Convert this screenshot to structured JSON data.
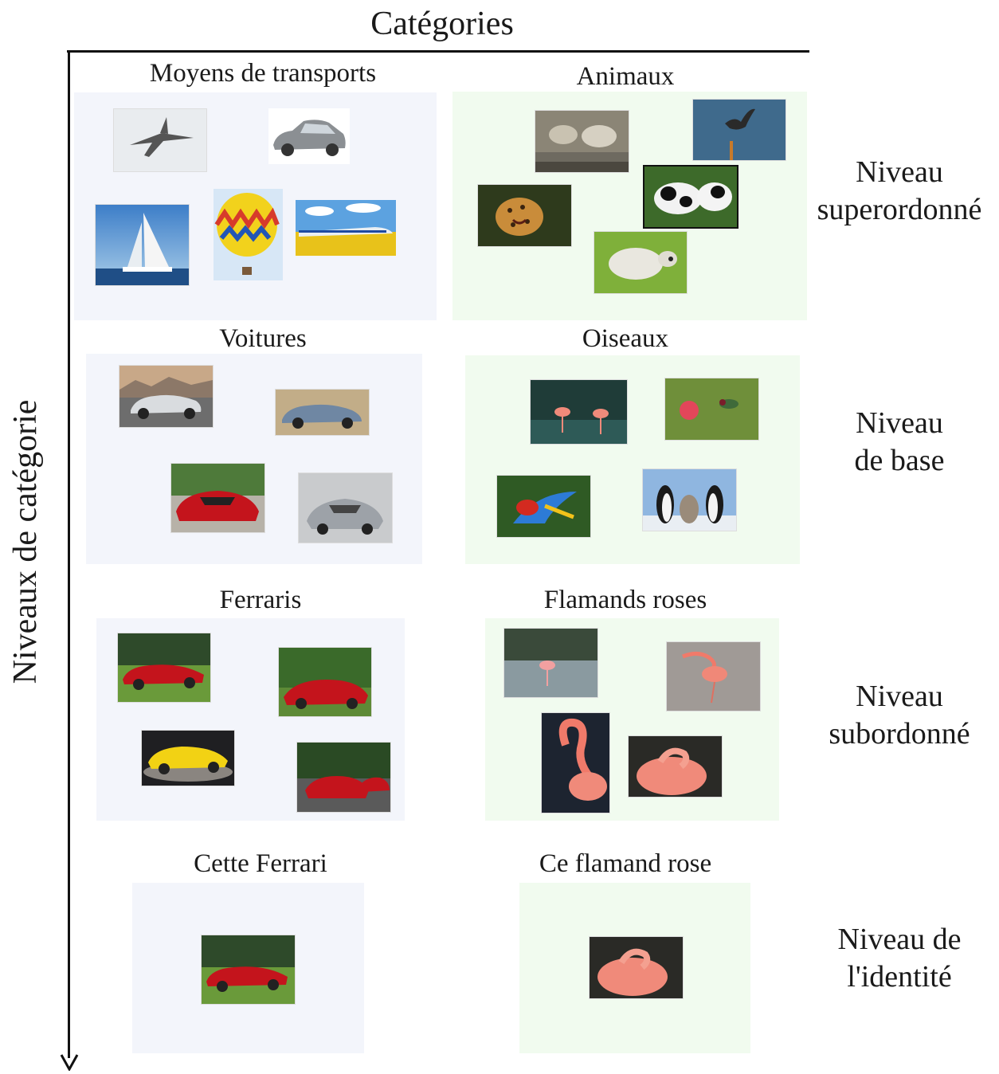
{
  "header": {
    "title": "Catégories"
  },
  "axis": {
    "label": "Niveaux de catégorie"
  },
  "columns": {
    "left": {
      "superordinate": "Moyens de transports",
      "basic": "Voitures",
      "subordinate": "Ferraris",
      "identity": "Cette Ferrari"
    },
    "right": {
      "superordinate": "Animaux",
      "basic": "Oiseaux",
      "subordinate": "Flamands roses",
      "identity": "Ce flamand rose"
    }
  },
  "levels": {
    "superordinate": [
      "Niveau",
      "superordonné"
    ],
    "basic": [
      "Niveau",
      "de base"
    ],
    "subordinate": [
      "Niveau",
      "subordonné"
    ],
    "identity": [
      "Niveau de",
      "l'identité"
    ]
  },
  "colors": {
    "vehicle_panel": "#f3f5fb",
    "animal_panel": "#f1fbef",
    "ferrari_red": "#c4141c",
    "flamingo_pink": "#f07a6a"
  },
  "photos": {
    "transport": [
      "jet-fighter",
      "silver-sedan",
      "sailboat",
      "hot-air-balloon",
      "high-speed-train"
    ],
    "animals": [
      "cattle-at-trough",
      "flying-bird",
      "leopard",
      "black-white-cows",
      "lamb-in-grass"
    ],
    "cars": [
      "silver-porsche",
      "blue-coupe",
      "red-ferrari-enzo",
      "silver-mercedes-slr"
    ],
    "birds": [
      "flamingos-in-water",
      "hummingbird",
      "scarlet-macaw",
      "penguins"
    ],
    "ferraris": [
      "red-ferrari-side",
      "red-ferrari-rear",
      "yellow-ferrari",
      "red-ferraris-road"
    ],
    "flamingos": [
      "flamingo-wading",
      "flamingo-feeding",
      "flamingo-closeup",
      "flamingo-resting"
    ],
    "identity": [
      "this-ferrari",
      "this-flamingo"
    ]
  }
}
